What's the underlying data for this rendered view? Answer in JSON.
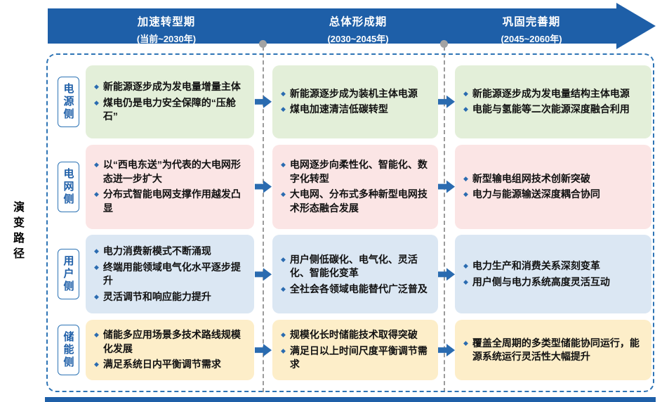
{
  "page": {
    "left_axis_label": "演变路径"
  },
  "colors": {
    "arrow_blue": "#1e5fa8",
    "accent_blue": "#2a6bb0",
    "row_fill_power": "#e3efd9",
    "row_fill_grid": "#fbe5e5",
    "row_fill_user": "#dbe7f3",
    "row_fill_storage": "#fdeec9"
  },
  "timeline": {
    "periods": [
      {
        "title": "加速转型期",
        "subtitle": "(当前~2030年)"
      },
      {
        "title": "总体形成期",
        "subtitle": "(2030~2045年)"
      },
      {
        "title": "巩固完善期",
        "subtitle": "(2045~2060年)"
      }
    ]
  },
  "rows": [
    {
      "key": "power-source",
      "label": "电源侧",
      "color": "#e3efd9",
      "cells": [
        {
          "bullets": [
            "新能源逐步成为发电量增量主体",
            "煤电仍是电力安全保障的“压舱石”"
          ]
        },
        {
          "bullets": [
            "新能源逐步成为装机主体电源",
            "煤电加速清洁低碳转型"
          ]
        },
        {
          "bullets": [
            "新能源逐步成为发电量结构主体电源",
            "电能与氢能等二次能源深度融合利用"
          ]
        }
      ]
    },
    {
      "key": "grid",
      "label": "电网侧",
      "color": "#fbe5e5",
      "cells": [
        {
          "bullets": [
            "以“西电东送”为代表的大电网形态进一步扩大",
            "分布式智能电网支撑作用越发凸显"
          ]
        },
        {
          "bullets": [
            "电网逐步向柔性化、智能化、数字化转型",
            "大电网、分布式多种新型电网技术形态融合发展"
          ]
        },
        {
          "bullets": [
            "新型输电组网技术创新突破",
            "电力与能源输送深度耦合协同"
          ]
        }
      ]
    },
    {
      "key": "user",
      "label": "用户侧",
      "color": "#dbe7f3",
      "cells": [
        {
          "bullets": [
            "电力消费新模式不断涌现",
            "终端用能领域电气化水平逐步提升",
            "灵活调节和响应能力提升"
          ]
        },
        {
          "bullets": [
            "用户侧低碳化、电气化、灵活化、智能化变革",
            "全社会各领域电能替代广泛普及"
          ]
        },
        {
          "bullets": [
            "电力生产和消费关系深刻变革",
            "用户侧与电力系统高度灵活互动"
          ]
        }
      ]
    },
    {
      "key": "storage",
      "label": "储能侧",
      "color": "#fdeec9",
      "cells": [
        {
          "bullets": [
            "储能多应用场景多技术路线规模化发展",
            "满足系统日内平衡调节需求"
          ]
        },
        {
          "bullets": [
            "规模化长时储能技术取得突破",
            "满足日以上时间尺度平衡调节需求"
          ]
        },
        {
          "bullets": [
            "覆盖全周期的多类型储能协同运行，能源系统运行灵活性大幅提升"
          ]
        }
      ]
    }
  ]
}
